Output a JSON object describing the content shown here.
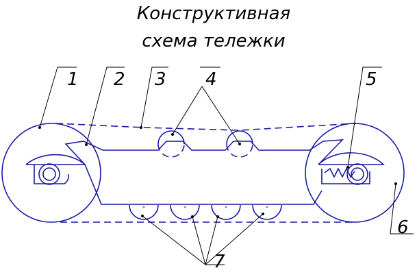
{
  "title": {
    "line1": "Конструктивная",
    "line2": "схема тележки"
  },
  "callouts": {
    "c1": "1",
    "c2": "2",
    "c3": "3",
    "c4": "4",
    "c5": "5",
    "c6": "6",
    "c7": "7"
  },
  "colors": {
    "line": "#1a1aa8",
    "leader": "#000000",
    "marker": "#e07070",
    "text": "#000000"
  }
}
